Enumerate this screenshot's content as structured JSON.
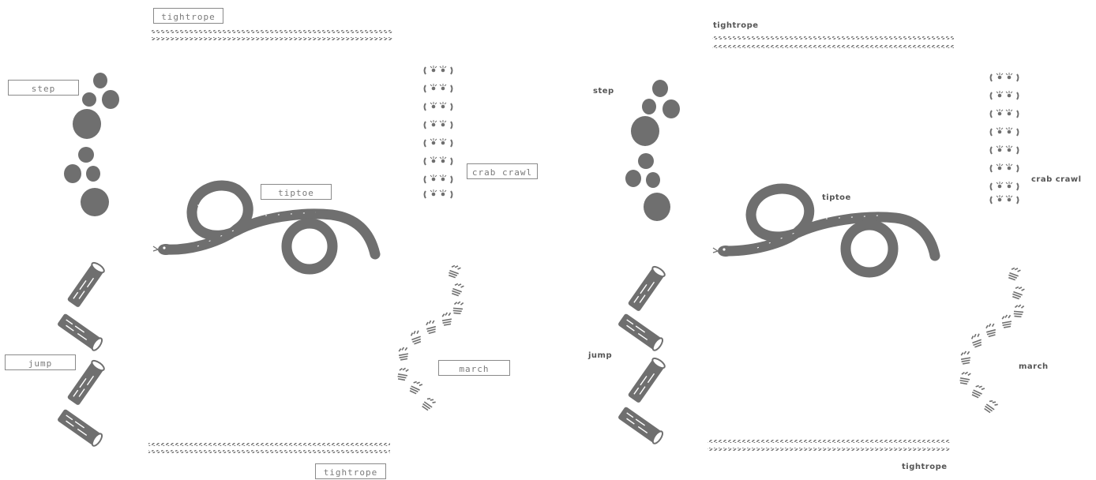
{
  "colors": {
    "shape": "#6f6f6f",
    "rope": "#7a7a7a",
    "label_text": "#7a7a7a",
    "box_border": "#8a8a8a"
  },
  "panels": [
    {
      "id": "left",
      "style": "boxed",
      "labels": {
        "tightrope_top": "tightrope",
        "step": "step",
        "crab_crawl": "crab crawl",
        "tiptoe": "tiptoe",
        "jump": "jump",
        "march": "march",
        "tightrope_bottom": "tightrope"
      }
    },
    {
      "id": "right",
      "style": "plain",
      "labels": {
        "tightrope_top": "tightrope",
        "step": "step",
        "crab_crawl": "crab crawl",
        "tiptoe": "tiptoe",
        "jump": "jump",
        "march": "march",
        "tightrope_bottom": "tightrope"
      }
    }
  ],
  "icons": [
    "rope-icon",
    "stone-icon",
    "crab-footprint-icon",
    "snake-icon",
    "log-icon",
    "boot-print-icon"
  ]
}
